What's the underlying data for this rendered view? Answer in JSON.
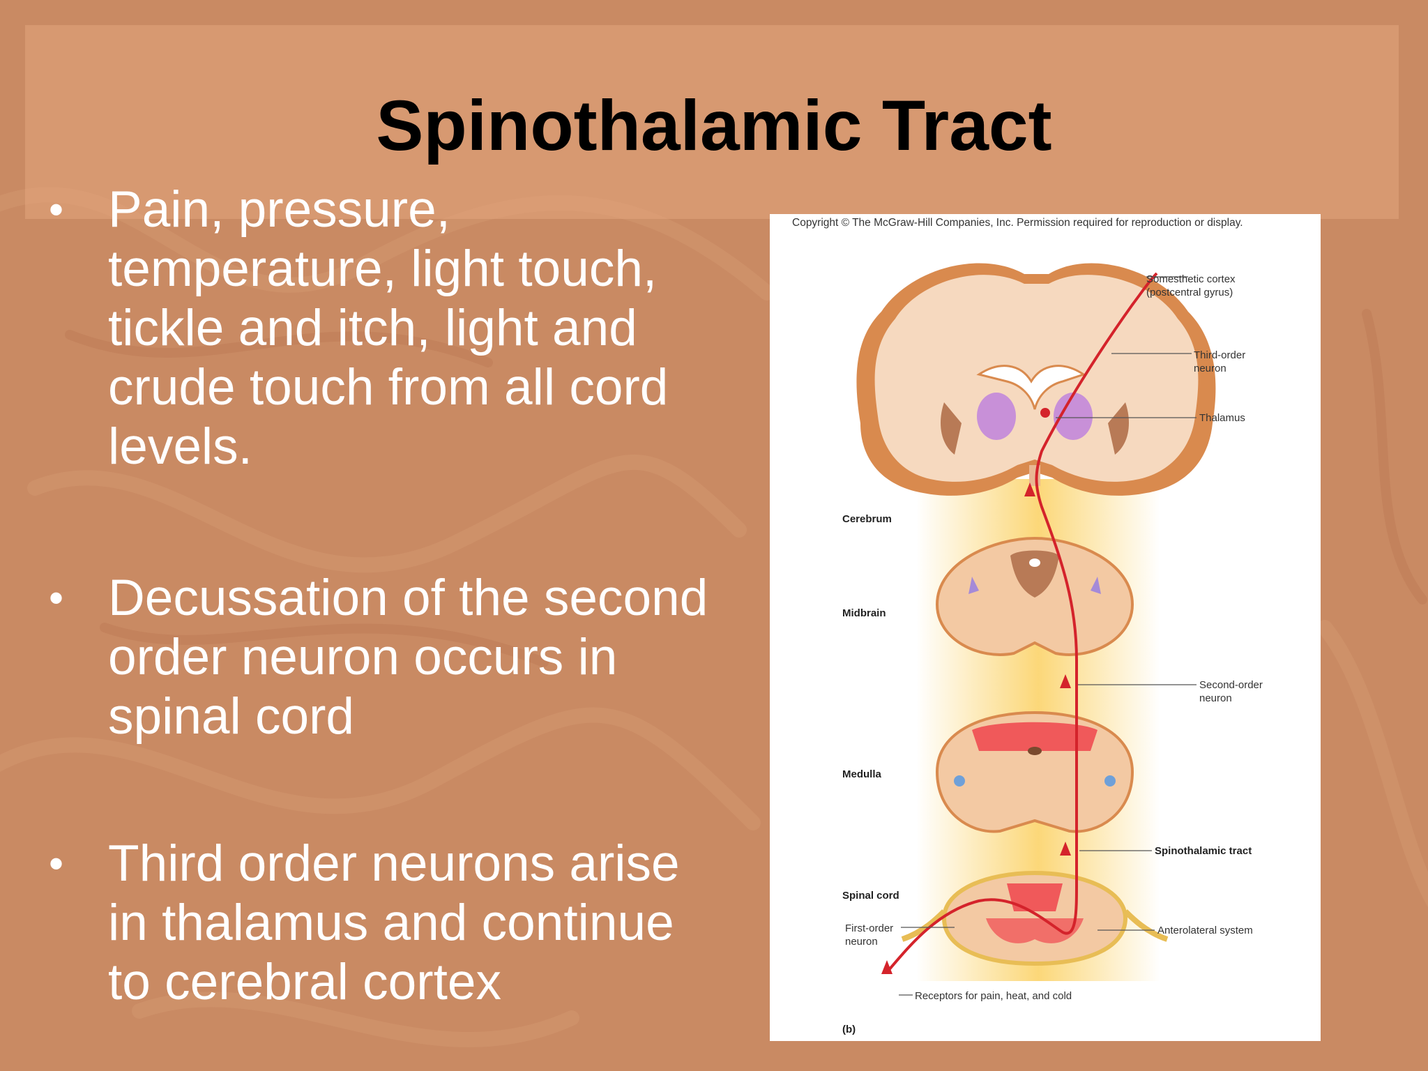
{
  "slide": {
    "title": "Spinothalamic Tract",
    "bullets": [
      {
        "text": "Pain, pressure, temperature, light touch, tickle and itch, light and crude touch from all cord levels."
      },
      {
        "text": "Decussation of the second order neuron occurs in spinal cord"
      },
      {
        "text": "Third order neurons arise in thalamus and continue to cerebral cortex"
      }
    ],
    "bullet_glyph": "•"
  },
  "figure": {
    "copyright": "Copyright © The McGraw-Hill Companies, Inc. Permission required for reproduction or display.",
    "panel_label": "(b)",
    "region_labels": {
      "cerebrum": "Cerebrum",
      "midbrain": "Midbrain",
      "medulla": "Medulla",
      "spinal_cord": "Spinal cord"
    },
    "callouts": {
      "somesthetic_cortex": "Somesthetic cortex (postcentral gyrus)",
      "third_order": "Third-order neuron",
      "thalamus": "Thalamus",
      "second_order": "Second-order neuron",
      "spinothalamic_tract": "Spinothalamic tract",
      "anterolateral_system": "Anterolateral system",
      "first_order": "First-order neuron",
      "receptors": "Receptors for pain, heat, and cold"
    }
  },
  "colors": {
    "background": "#c98a63",
    "title_band": "#e8aa82",
    "text": "#ffffff",
    "tract": "#d4232b",
    "brain_outer": "#d98a4e",
    "brain_inner": "#f6d9bf",
    "thalamus": "#c890d8",
    "glow": "#fbd36a"
  }
}
